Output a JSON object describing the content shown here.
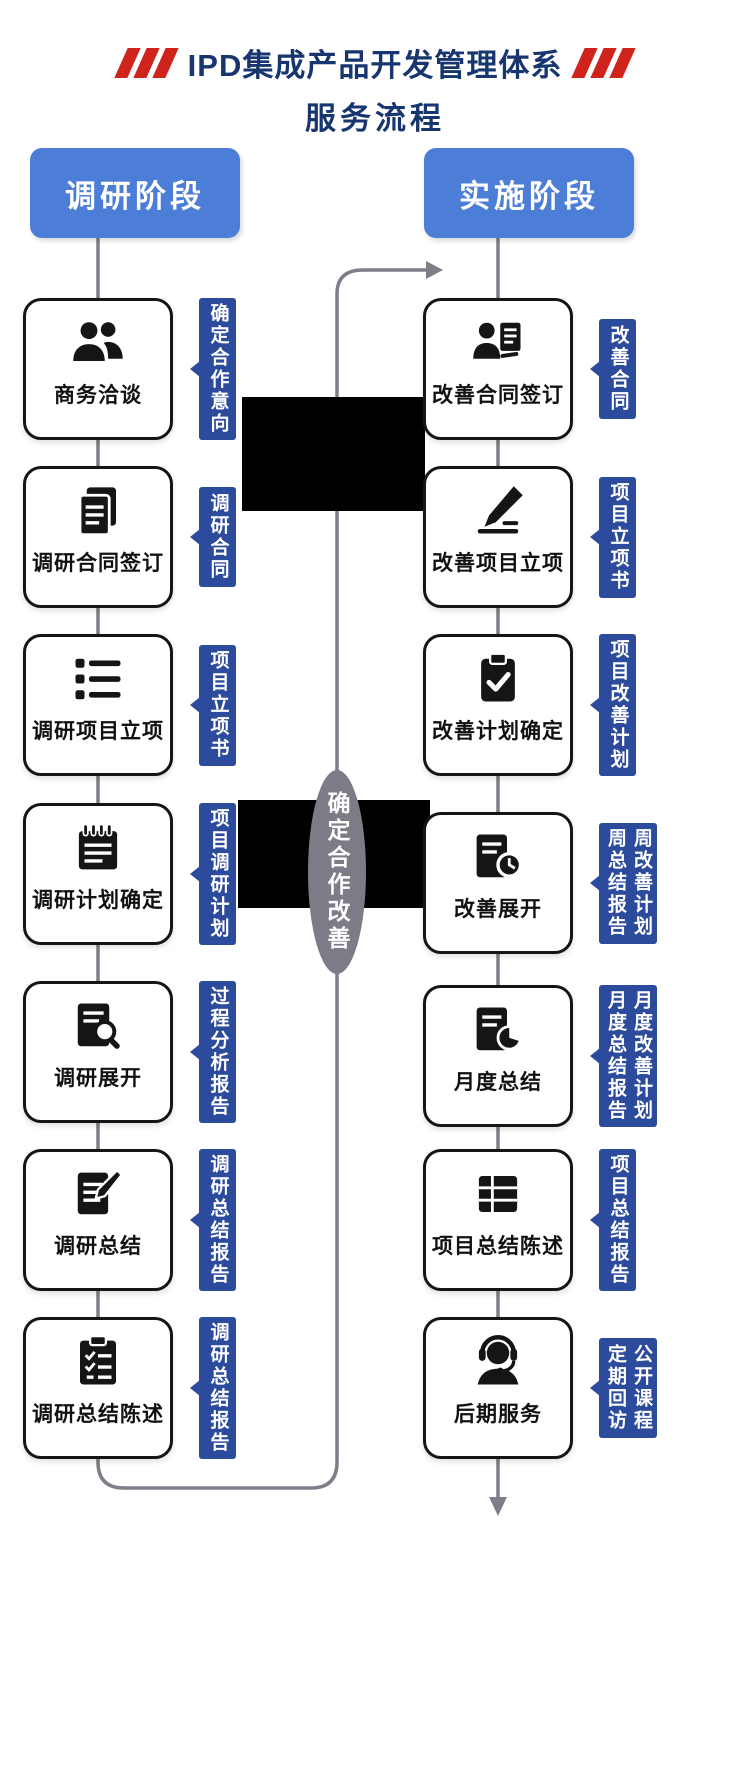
{
  "title": {
    "line1": "IPD集成产品开发管理体系",
    "line2": "服务流程"
  },
  "colors": {
    "title_navy": "#17356f",
    "accent_red": "#d0231b",
    "phase_blue": "#4d7ed7",
    "tag_navy": "#2d4b9c",
    "line_gray": "#7e7e88",
    "ellipse_gray": "#7c7c87",
    "box_border": "#151515",
    "bar_black": "#000000"
  },
  "center": {
    "label": "确定合作改善"
  },
  "phases": [
    {
      "label": "调研阶段",
      "steps": [
        {
          "label": "商务洽谈",
          "icon": "people-icon",
          "tag": [
            "确定合作意向"
          ]
        },
        {
          "label": "调研合同签订",
          "icon": "documents-icon",
          "tag": [
            "调研合同"
          ]
        },
        {
          "label": "调研项目立项",
          "icon": "list-icon",
          "tag": [
            "项目立项书"
          ]
        },
        {
          "label": "调研计划确定",
          "icon": "notebook-icon",
          "tag": [
            "项目调研计划"
          ]
        },
        {
          "label": "调研展开",
          "icon": "search-doc-icon",
          "tag": [
            "过程分析报告"
          ]
        },
        {
          "label": "调研总结",
          "icon": "edit-doc-icon",
          "tag": [
            "调研总结报告"
          ]
        },
        {
          "label": "调研总结陈述",
          "icon": "clipboard-list-icon",
          "tag": [
            "调研总结报告"
          ]
        }
      ]
    },
    {
      "label": "实施阶段",
      "steps": [
        {
          "label": "改善合同签订",
          "icon": "person-sign-icon",
          "tag": [
            "改善合同"
          ]
        },
        {
          "label": "改善项目立项",
          "icon": "pen-icon",
          "tag": [
            "项目立项书"
          ]
        },
        {
          "label": "改善计划确定",
          "icon": "clipboard-check-icon",
          "tag": [
            "项目改善计划"
          ]
        },
        {
          "label": "改善展开",
          "icon": "doc-clock-icon",
          "tag": [
            "周改善计划",
            "周总结报告"
          ]
        },
        {
          "label": "月度总结",
          "icon": "doc-pie-icon",
          "tag": [
            "月度改善计划",
            "月度总结报告"
          ]
        },
        {
          "label": "项目总结陈述",
          "icon": "table-icon",
          "tag": [
            "项目总结报告"
          ]
        },
        {
          "label": "后期服务",
          "icon": "headset-icon",
          "tag": [
            "公开课程",
            "定期回访"
          ]
        }
      ]
    }
  ]
}
